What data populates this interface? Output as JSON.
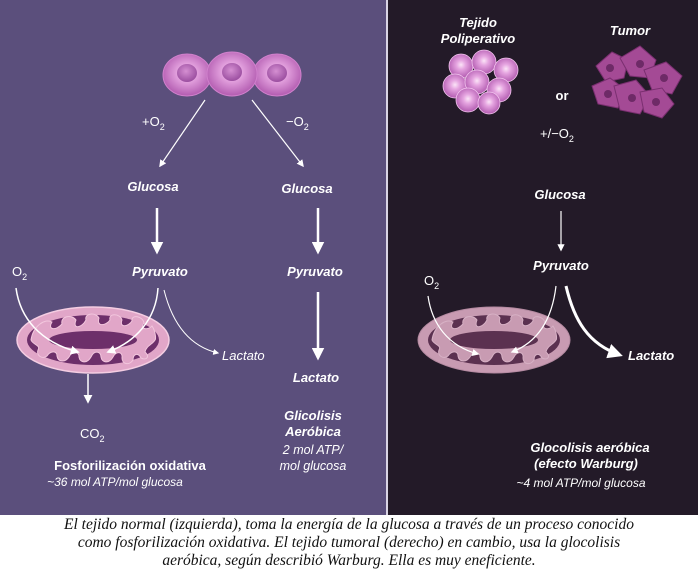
{
  "colors": {
    "left_panel": "#5b4f7c",
    "right_panel": "#231a28",
    "cell_fill": "#d98cd6",
    "mito_outer": "#e1a6c8",
    "mito_inner": "#6d2f6a",
    "mito_right_outer": "#c89bb2",
    "tumor_fill": "#a44a95",
    "text": "#ffffff"
  },
  "left": {
    "plus_o2": "+O",
    "minus_o2": "−O",
    "o2_sub": "2",
    "glucosa_a": "Glucosa",
    "glucosa_b": "Glucosa",
    "pyruvato_a": "Pyruvato",
    "pyruvato_b": "Pyruvato",
    "o2": "O",
    "lactato_small": "Lactato",
    "lactato_bold": "Lactato",
    "co2": "CO",
    "fosfo_title": "Fosforilización oxidativa",
    "fosfo_atp": "~36 mol ATP/mol glucosa",
    "glic_title_1": "Glicolisis",
    "glic_title_2": "Aeróbica",
    "glic_atp_1": "2 mol ATP/",
    "glic_atp_2": "mol glucosa"
  },
  "right": {
    "tejido_1": "Tejido",
    "tejido_2": "Poliperativo",
    "tumor": "Tumor",
    "or": "or",
    "plusminus_o2": "+/−O",
    "glucosa": "Glucosa",
    "pyruvato": "Pyruvato",
    "o2": "O",
    "lactato": "Lactato",
    "warburg_1": "Glocolisis aeróbica",
    "warburg_2": "(efecto Warburg)",
    "warburg_atp": "~4 mol ATP/mol glucosa"
  },
  "caption": {
    "line1": "El tejido normal (izquierda), toma la energía de la glucosa a través de un proceso conocido",
    "line2": "como  fosforilización oxidativa. El tejido tumoral (derecho) en cambio, usa la glocolisis",
    "line3": "aeróbica, según describió Warburg. Ella es muy eneficiente."
  }
}
